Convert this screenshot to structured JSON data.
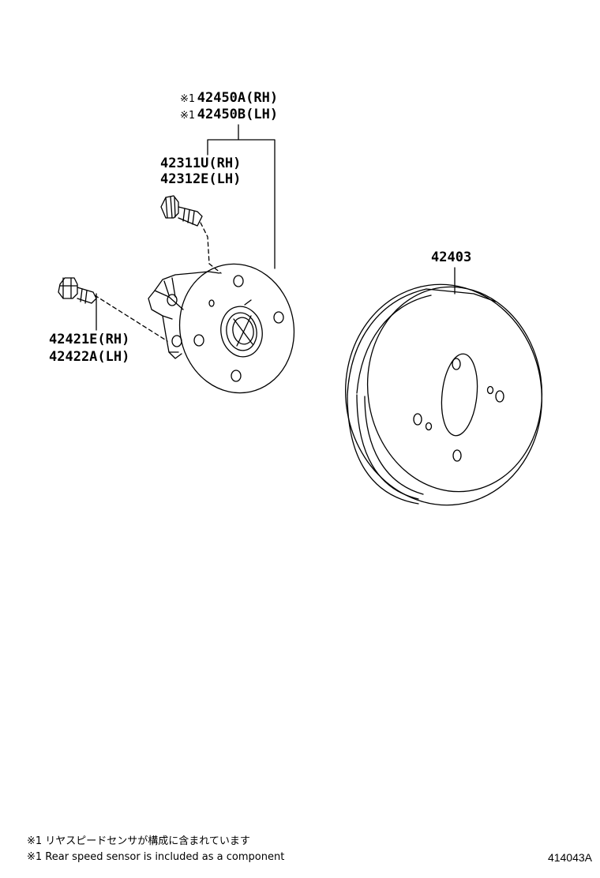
{
  "callouts": {
    "hub_assembly": {
      "mark": "※1",
      "rh": "42450A(RH)",
      "lh": "42450B(LH)"
    },
    "hub_bolt": {
      "rh": "42311U(RH)",
      "lh": "42312E(LH)"
    },
    "mounting_bolt": {
      "rh": "42421E(RH)",
      "lh": "42422A(LH)"
    },
    "brake_drum": {
      "number": "42403"
    }
  },
  "notes": {
    "japanese": "※1 リヤスピードセンサが構成に含まれています",
    "english": "※1 Rear speed sensor is included as a component"
  },
  "diagram_code": "414043A"
}
